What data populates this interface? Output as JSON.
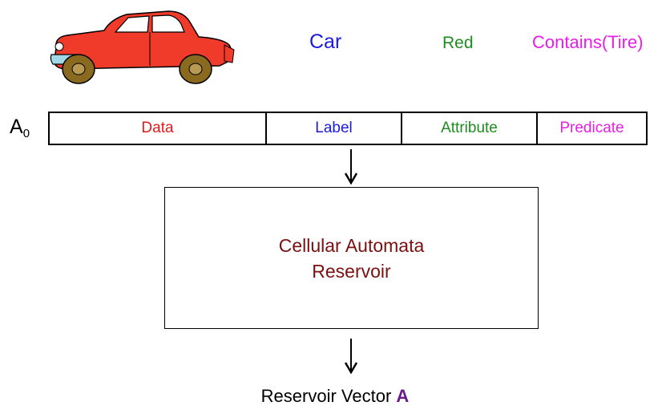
{
  "top_labels": {
    "car": "Car",
    "red": "Red",
    "tire": "Contains(Tire)"
  },
  "vector": {
    "name": "A",
    "subscript": "0",
    "segments": [
      "Data",
      "Label",
      "Attribute",
      "Predicate"
    ]
  },
  "reservoir": {
    "line1": "Cellular Automata",
    "line2": "Reservoir"
  },
  "output": {
    "text": "Reservoir Vector",
    "bold": "A"
  },
  "colors": {
    "data": "#e01919",
    "label": "#1a1adb",
    "attribute": "#1e8c1e",
    "predicate": "#e61ee6",
    "reservoir_text": "#7a1010",
    "vector_bold": "#6a1b8a",
    "car_body": "#f03a2a",
    "car_wheels": "#8a6a1e"
  }
}
